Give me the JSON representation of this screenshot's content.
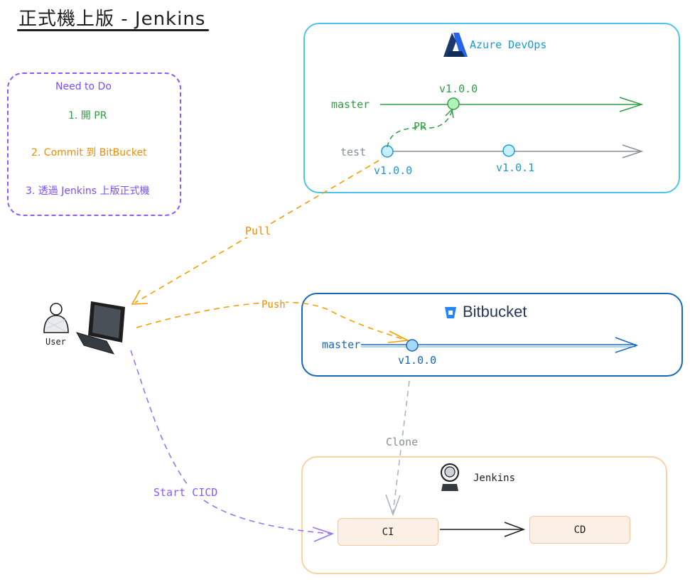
{
  "title": "正式機上版 - Jenkins",
  "todo": {
    "heading": "Need to Do",
    "step1": "1. 開 PR",
    "step2": "2. Commit 到 BitBucket",
    "step3": "3. 透過 Jenkins 上版正式機"
  },
  "azure": {
    "name": "Azure DevOps",
    "branch_master": "master",
    "branch_test": "test",
    "master_commit": "v1.0.0",
    "pr_label": "PR",
    "test_commit1": "v1.0.0",
    "test_commit2": "v1.0.1"
  },
  "bitbucket": {
    "name": "Bitbucket",
    "branch_master": "master",
    "commit": "v1.0.0"
  },
  "jenkins": {
    "name": "Jenkins",
    "ci": "CI",
    "cd": "CD"
  },
  "user": {
    "label": "User"
  },
  "flows": {
    "pull": "Pull",
    "push": "Push",
    "clone": "Clone",
    "start_cicd": "Start CICD"
  },
  "colors": {
    "azure": "#1c9ad6",
    "bitbucket": "#1868b7",
    "jenkins_border": "#f8d3a5",
    "green": "#2f9e44",
    "orange": "#f08c00",
    "purple": "#8b5cf6",
    "gray": "#868e96"
  }
}
